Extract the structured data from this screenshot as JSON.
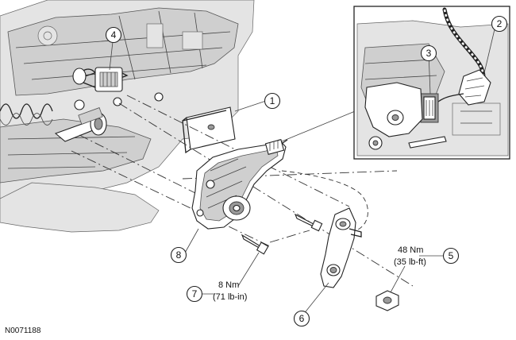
{
  "figure_id": "N0071188",
  "callouts": {
    "c1": "1",
    "c2": "2",
    "c3": "3",
    "c4": "4",
    "c5": "5",
    "c6": "6",
    "c7": "7",
    "c8": "8"
  },
  "torque": {
    "t5_nm": "48 Nm",
    "t5_imp": "(35 lb-ft)",
    "t7_nm": "8 Nm",
    "t7_imp": "(71 lb-in)"
  }
}
